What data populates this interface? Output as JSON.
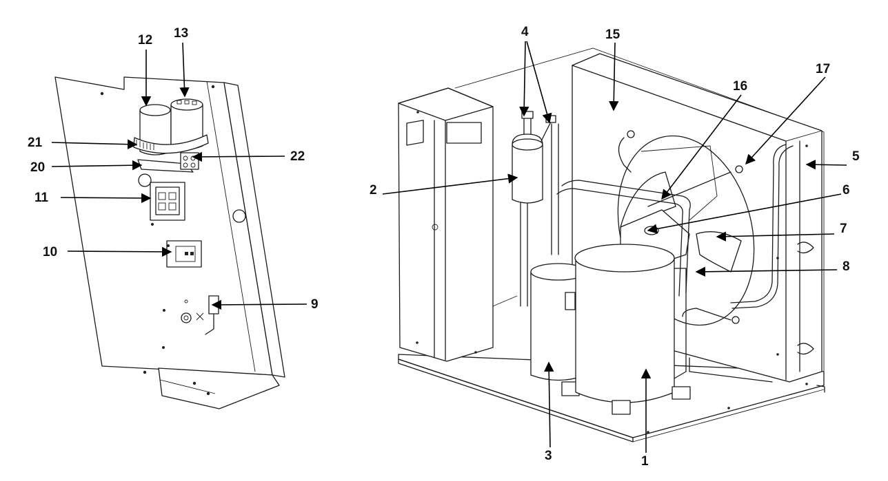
{
  "callouts": {
    "c1": "1",
    "c2": "2",
    "c3": "3",
    "c4": "4",
    "c5": "5",
    "c6": "6",
    "c7": "7",
    "c8": "8",
    "c9": "9",
    "c10": "10",
    "c11": "11",
    "c12": "12",
    "c13": "13",
    "c15": "15",
    "c16": "16",
    "c17": "17",
    "c20": "20",
    "c21": "21",
    "c22": "22"
  }
}
